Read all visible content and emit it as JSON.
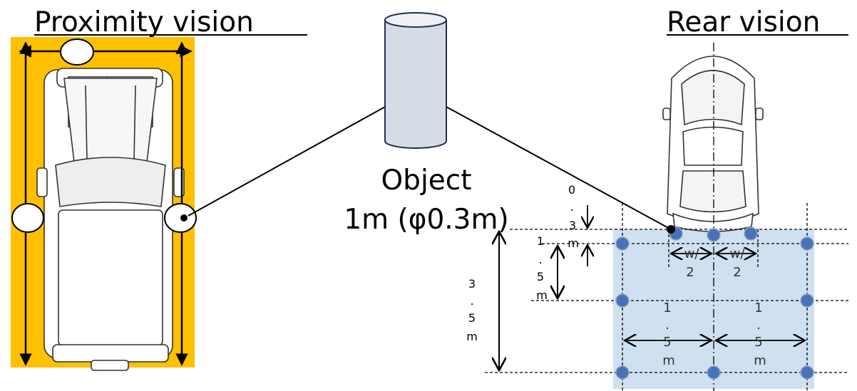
{
  "titles": {
    "proximity": "Proximity vision",
    "rear": "Rear vision"
  },
  "object": {
    "line1": "Object",
    "line2": "1m (φ0.3m)"
  },
  "dimensions": {
    "d03": [
      "0",
      ".",
      "3",
      "m"
    ],
    "d15": [
      "1",
      ".",
      "5",
      "m"
    ],
    "d35": [
      "3",
      ".",
      "5",
      "m"
    ],
    "half_width_left": [
      "w/",
      "2"
    ],
    "half_width_right": [
      "w/",
      "2"
    ],
    "cell_left": [
      "1",
      ".",
      "5",
      "m"
    ],
    "cell_right": [
      "1",
      ".",
      "5",
      "m"
    ]
  },
  "colors": {
    "prox_zone": "#ffc000",
    "rear_zone": "#cfe0f0",
    "dot": "#4a73b5",
    "line": "#000000"
  }
}
